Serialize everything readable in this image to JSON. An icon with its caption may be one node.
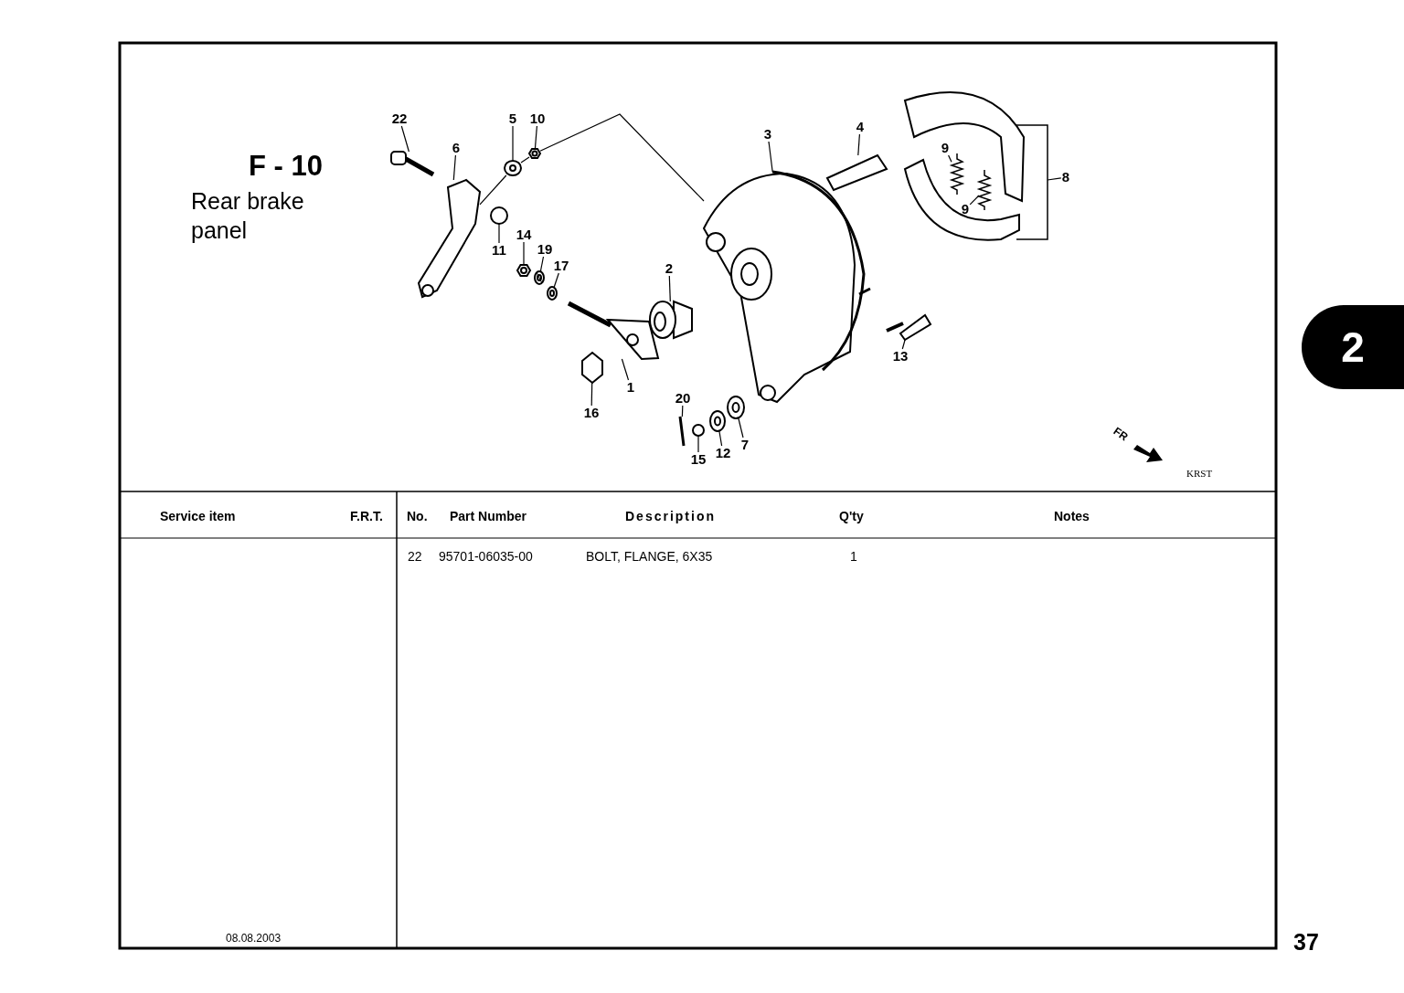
{
  "diagram": {
    "title": "Rear brake panel",
    "nodes": [
      {
        "text": [
          "22"
        ]
      },
      {
        "text": [
          "5"
        ]
      },
      {
        "text": [
          "10"
        ]
      },
      {
        "text": [
          "4"
        ]
      },
      {
        "text": [
          "3"
        ]
      },
      {
        "text": [
          "6"
        ]
      },
      {
        "text": [
          "9"
        ]
      },
      {
        "text": [
          "8"
        ]
      },
      {
        "text": [
          "9"
        ]
      },
      {
        "text": [
          "14"
        ]
      },
      {
        "text": [
          "11"
        ]
      },
      {
        "text": [
          "19"
        ]
      },
      {
        "text": [
          "17"
        ]
      },
      {
        "text": [
          "2"
        ]
      },
      {
        "text": [
          "13"
        ]
      },
      {
        "text": [
          "1"
        ]
      },
      {
        "text": [
          "20"
        ]
      },
      {
        "text": [
          "16"
        ]
      },
      {
        "text": [
          "7"
        ]
      },
      {
        "text": [
          "12"
        ]
      },
      {
        "text": [
          "15"
        ]
      },
      {
        "text": [],
        "shape": "picture"
      },
      {
        "text": [],
        "shape": "picture"
      },
      {
        "text": [],
        "shape": "picture"
      },
      {
        "text": [],
        "shape": "picture"
      },
      {
        "text": [],
        "shape": "picture"
      },
      {
        "text": [],
        "shape": "picture"
      },
      {
        "text": [],
        "shape": "picture"
      },
      {
        "text": [],
        "shape": "picture"
      },
      {
        "text": [],
        "shape": "picture"
      },
      {
        "text": [],
        "shape": "picture"
      },
      {
        "text": [],
        "shape": "picture"
      },
      {
        "text": [],
        "shape": "picture"
      },
      {
        "text": [],
        "shape": "picture"
      },
      {
        "text": [],
        "shape": "picture"
      },
      {
        "text": [],
        "shape": "picture"
      },
      {
        "text": [],
        "shape": "picture"
      },
      {
        "text": [],
        "shape": "picture"
      },
      {
        "text": [],
        "shape": "picture"
      },
      {
        "text": [],
        "shape": "picture"
      },
      {
        "text": [],
        "shape": "picture"
      },
      {
        "text": [],
        "shape": "bracket"
      }
    ],
    "edges": [
      {
        "from": 0,
        "to": 21,
        "arrow": "none"
      },
      {
        "from": 1,
        "to": 22,
        "arrow": "none"
      },
      {
        "from": 2,
        "to": 23,
        "arrow": "none"
      },
      {
        "from": 3,
        "to": 24,
        "arrow": "none"
      },
      {
        "from": 4,
        "to": 25,
        "arrow": "none"
      },
      {
        "from": 5,
        "to": 26,
        "arrow": "none"
      },
      {
        "from": 6,
        "to": 27,
        "arrow": "none"
      },
      {
        "from": 7,
        "to": 41,
        "arrow": "none"
      },
      {
        "from": 8,
        "to": 28,
        "arrow": "none"
      },
      {
        "from": 9,
        "to": 29,
        "arrow": "none"
      },
      {
        "from": 10,
        "to": 30,
        "arrow": "none"
      },
      {
        "from": 11,
        "to": 31,
        "arrow": "none"
      },
      {
        "from": 12,
        "to": 32,
        "arrow": "none"
      },
      {
        "from": 13,
        "to": 33,
        "arrow": "none"
      },
      {
        "from": 14,
        "to": 34,
        "arrow": "none"
      },
      {
        "from": 15,
        "to": 35,
        "arrow": "none"
      },
      {
        "from": 16,
        "to": 36,
        "arrow": "none"
      },
      {
        "from": 17,
        "to": 37,
        "arrow": "none"
      },
      {
        "from": 18,
        "to": 38,
        "arrow": "none"
      },
      {
        "from": 19,
        "to": 39,
        "arrow": "none"
      },
      {
        "from": 20,
        "to": 40,
        "arrow": "none"
      },
      {
        "from": 26,
        "to": 22,
        "arrow": "none"
      },
      {
        "from": 22,
        "to": 23,
        "arrow": "none"
      },
      {
        "from": 23,
        "to": 25,
        "arrow": "none"
      }
    ],
    "labels": [
      "F - 10",
      "2",
      "FR",
      "KRST",
      "Service item",
      "F.R.T.",
      "No.",
      "Part Number",
      "Description",
      "Q'ty",
      "Notes",
      "22",
      "95701-06035-00",
      "BOLT, FLANGE, 6X35",
      "1",
      "08.08.2003",
      "37"
    ]
  }
}
